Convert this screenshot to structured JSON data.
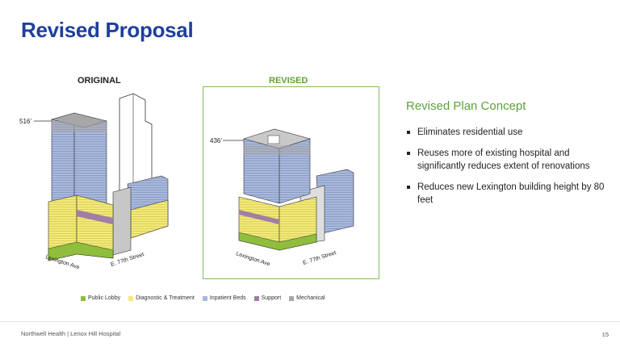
{
  "slide": {
    "title": "Revised Proposal",
    "page_number": "15",
    "footer": "Northwell Health | Lenox Hill Hospital"
  },
  "original": {
    "label": "ORIGINAL",
    "height_label": "516’",
    "street_lexington": "Lexington Ave",
    "street_77": "E. 77th Street"
  },
  "revised": {
    "label": "REVISED",
    "height_label": "436’",
    "street_lexington": "Lexington Ave",
    "street_77": "E. 77th Street"
  },
  "concept": {
    "title": "Revised Plan Concept",
    "bullets": [
      "Eliminates residential use",
      "Reuses more of existing hospital and significantly reduces extent of renovations",
      "Reduces new Lexington building height by 80 feet"
    ]
  },
  "legend": [
    {
      "label": "Public Lobby",
      "color": "#8fbe3c"
    },
    {
      "label": "Diagnostic & Treatment",
      "color": "#f3ea7a"
    },
    {
      "label": "Inpatient Beds",
      "color": "#a9b9dc"
    },
    {
      "label": "Support",
      "color": "#a07ea6"
    },
    {
      "label": "Mechanical",
      "color": "#a7a7a7"
    }
  ]
}
